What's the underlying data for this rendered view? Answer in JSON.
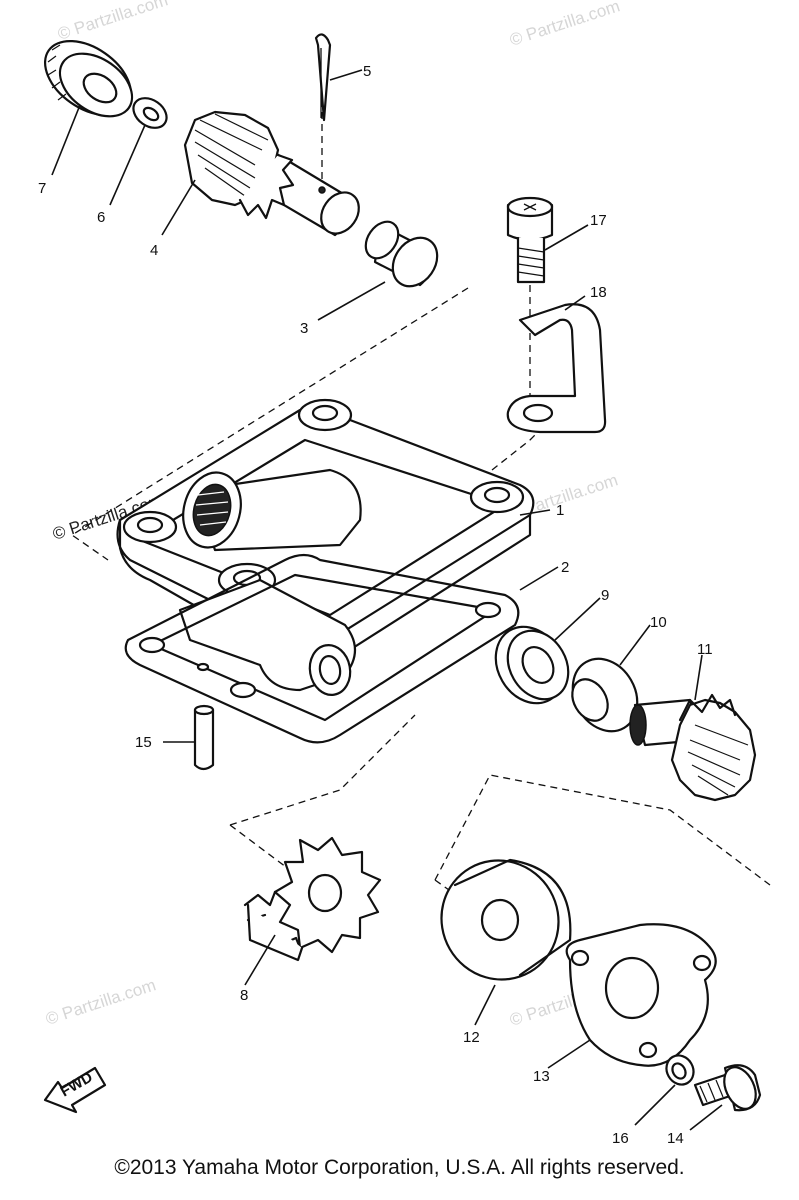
{
  "diagram": {
    "callouts": {
      "p1": "1",
      "p2": "2",
      "p3": "3",
      "p4": "4",
      "p5": "5",
      "p6": "6",
      "p7": "7",
      "p8": "8",
      "p9": "9",
      "p10": "10",
      "p11": "11",
      "p12": "12",
      "p13": "13",
      "p14": "14",
      "p15": "15",
      "p16": "16",
      "p17": "17",
      "p18": "18"
    },
    "fwd_label": "FWD",
    "watermarks": {
      "top_right": "© Partzilla.com",
      "top_left": "© Partzilla.com",
      "mid_right": "© Partzilla.com",
      "mid_left": "© Partzilla.com",
      "bottom_left": "© Partzilla.com",
      "bottom_right": "© Partzilla.com"
    }
  },
  "copyright": "©2013 Yamaha Motor Corporation, U.S.A. All rights reserved."
}
